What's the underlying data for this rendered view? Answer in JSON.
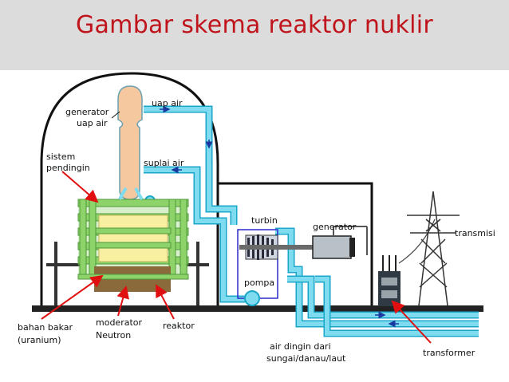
{
  "title": "Gambar skema reaktor nuklir",
  "labels": {
    "generator_uap_1": "generator",
    "generator_uap_2": "uap air",
    "uap_air": "uap air",
    "sistem_1": "sistem",
    "sistem_2": "pendingin",
    "suplai_air": "suplai air",
    "turbin": "turbin",
    "generator": "generator",
    "pompa": "pompa",
    "transmisi": "transmisi",
    "bahan_bakar_1": "bahan bakar",
    "bahan_bakar_2": "(uranium)",
    "moderator_1": "moderator",
    "moderator_2": "Neutron",
    "reaktor": "reaktor",
    "air_dingin_1": "air dingin dari",
    "air_dingin_2": "sungai/danau/laut",
    "transformer": "transformer"
  },
  "colors": {
    "title": "#c0141c",
    "header_bg": "#dcdcdc",
    "pipe": "#7fdcf0",
    "pipe_edge": "#1aa6c8",
    "vessel": "#f5c8a0",
    "core_green": "#8ed26a",
    "fuel": "#f8f0a0",
    "moderator": "#8a6a3a",
    "arrow_red": "#e01010"
  }
}
